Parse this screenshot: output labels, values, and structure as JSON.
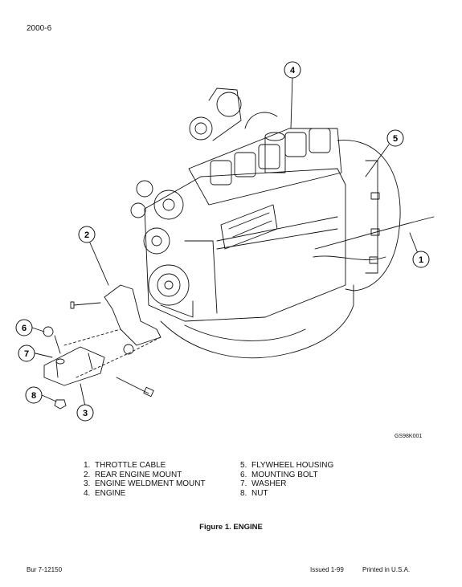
{
  "page_number": "2000-6",
  "figure": {
    "drawing_code": "GS98K001",
    "callouts": [
      "1",
      "2",
      "3",
      "4",
      "5",
      "6",
      "7",
      "8"
    ],
    "caption": "Figure 1. ENGINE"
  },
  "legend_left": [
    {
      "num": "1.",
      "label": "THROTTLE CABLE"
    },
    {
      "num": "2.",
      "label": "REAR ENGINE MOUNT"
    },
    {
      "num": "3.",
      "label": "ENGINE WELDMENT MOUNT"
    },
    {
      "num": "4.",
      "label": "ENGINE"
    }
  ],
  "legend_right": [
    {
      "num": "5.",
      "label": "FLYWHEEL HOUSING"
    },
    {
      "num": "6.",
      "label": "MOUNTING BOLT"
    },
    {
      "num": "7.",
      "label": "WASHER"
    },
    {
      "num": "8.",
      "label": "NUT"
    }
  ],
  "footer": {
    "doc_number": "Bur 7-12150",
    "issued": "Issued 1-99",
    "printed": "Printed in U.S.A."
  }
}
